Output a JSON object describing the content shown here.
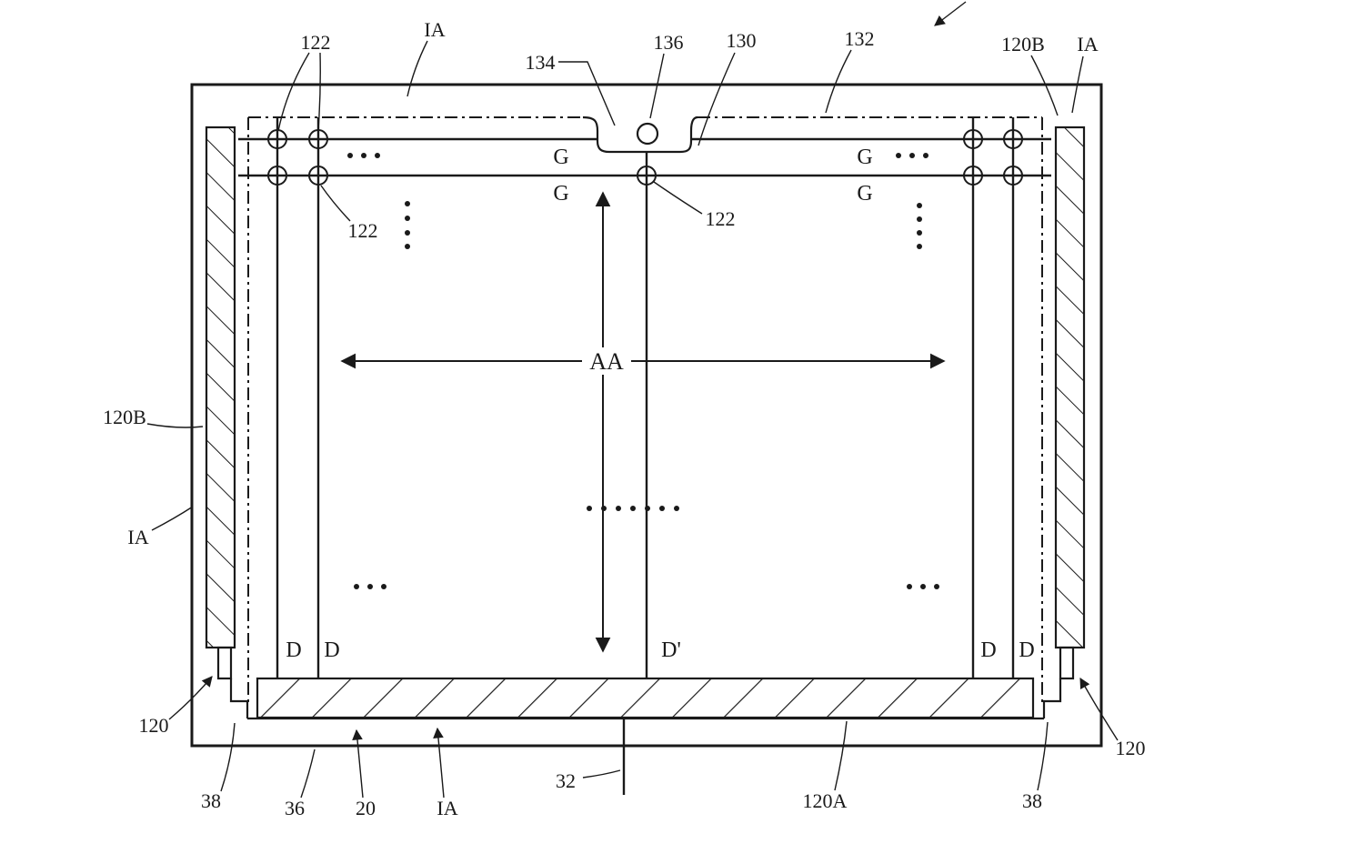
{
  "figure": {
    "colors": {
      "ink": "#1a1a1a",
      "background": "#ffffff"
    },
    "labels": {
      "ref_122_top": "122",
      "ref_ia_top_left": "IA",
      "ref_134": "134",
      "ref_136": "136",
      "ref_130": "130",
      "ref_132": "132",
      "ref_120b_top_right": "120B",
      "ref_ia_top_right": "IA",
      "ref_122_mid_left": "122",
      "ref_122_mid_center": "122",
      "gate_left_1": "G",
      "gate_left_2": "G",
      "gate_right_1": "G",
      "gate_right_2": "G",
      "active_area": "AA",
      "ref_120b_left": "120B",
      "ref_ia_left": "IA",
      "ref_120_left": "120",
      "ref_38_left": "38",
      "ref_36": "36",
      "ref_20": "20",
      "ref_ia_bottom": "IA",
      "ref_32": "32",
      "ref_120a": "120A",
      "ref_38_right": "38",
      "ref_120_right": "120",
      "data_d1": "D",
      "data_d2": "D",
      "data_d_prime": "D'",
      "data_d3": "D",
      "data_d4": "D"
    }
  }
}
